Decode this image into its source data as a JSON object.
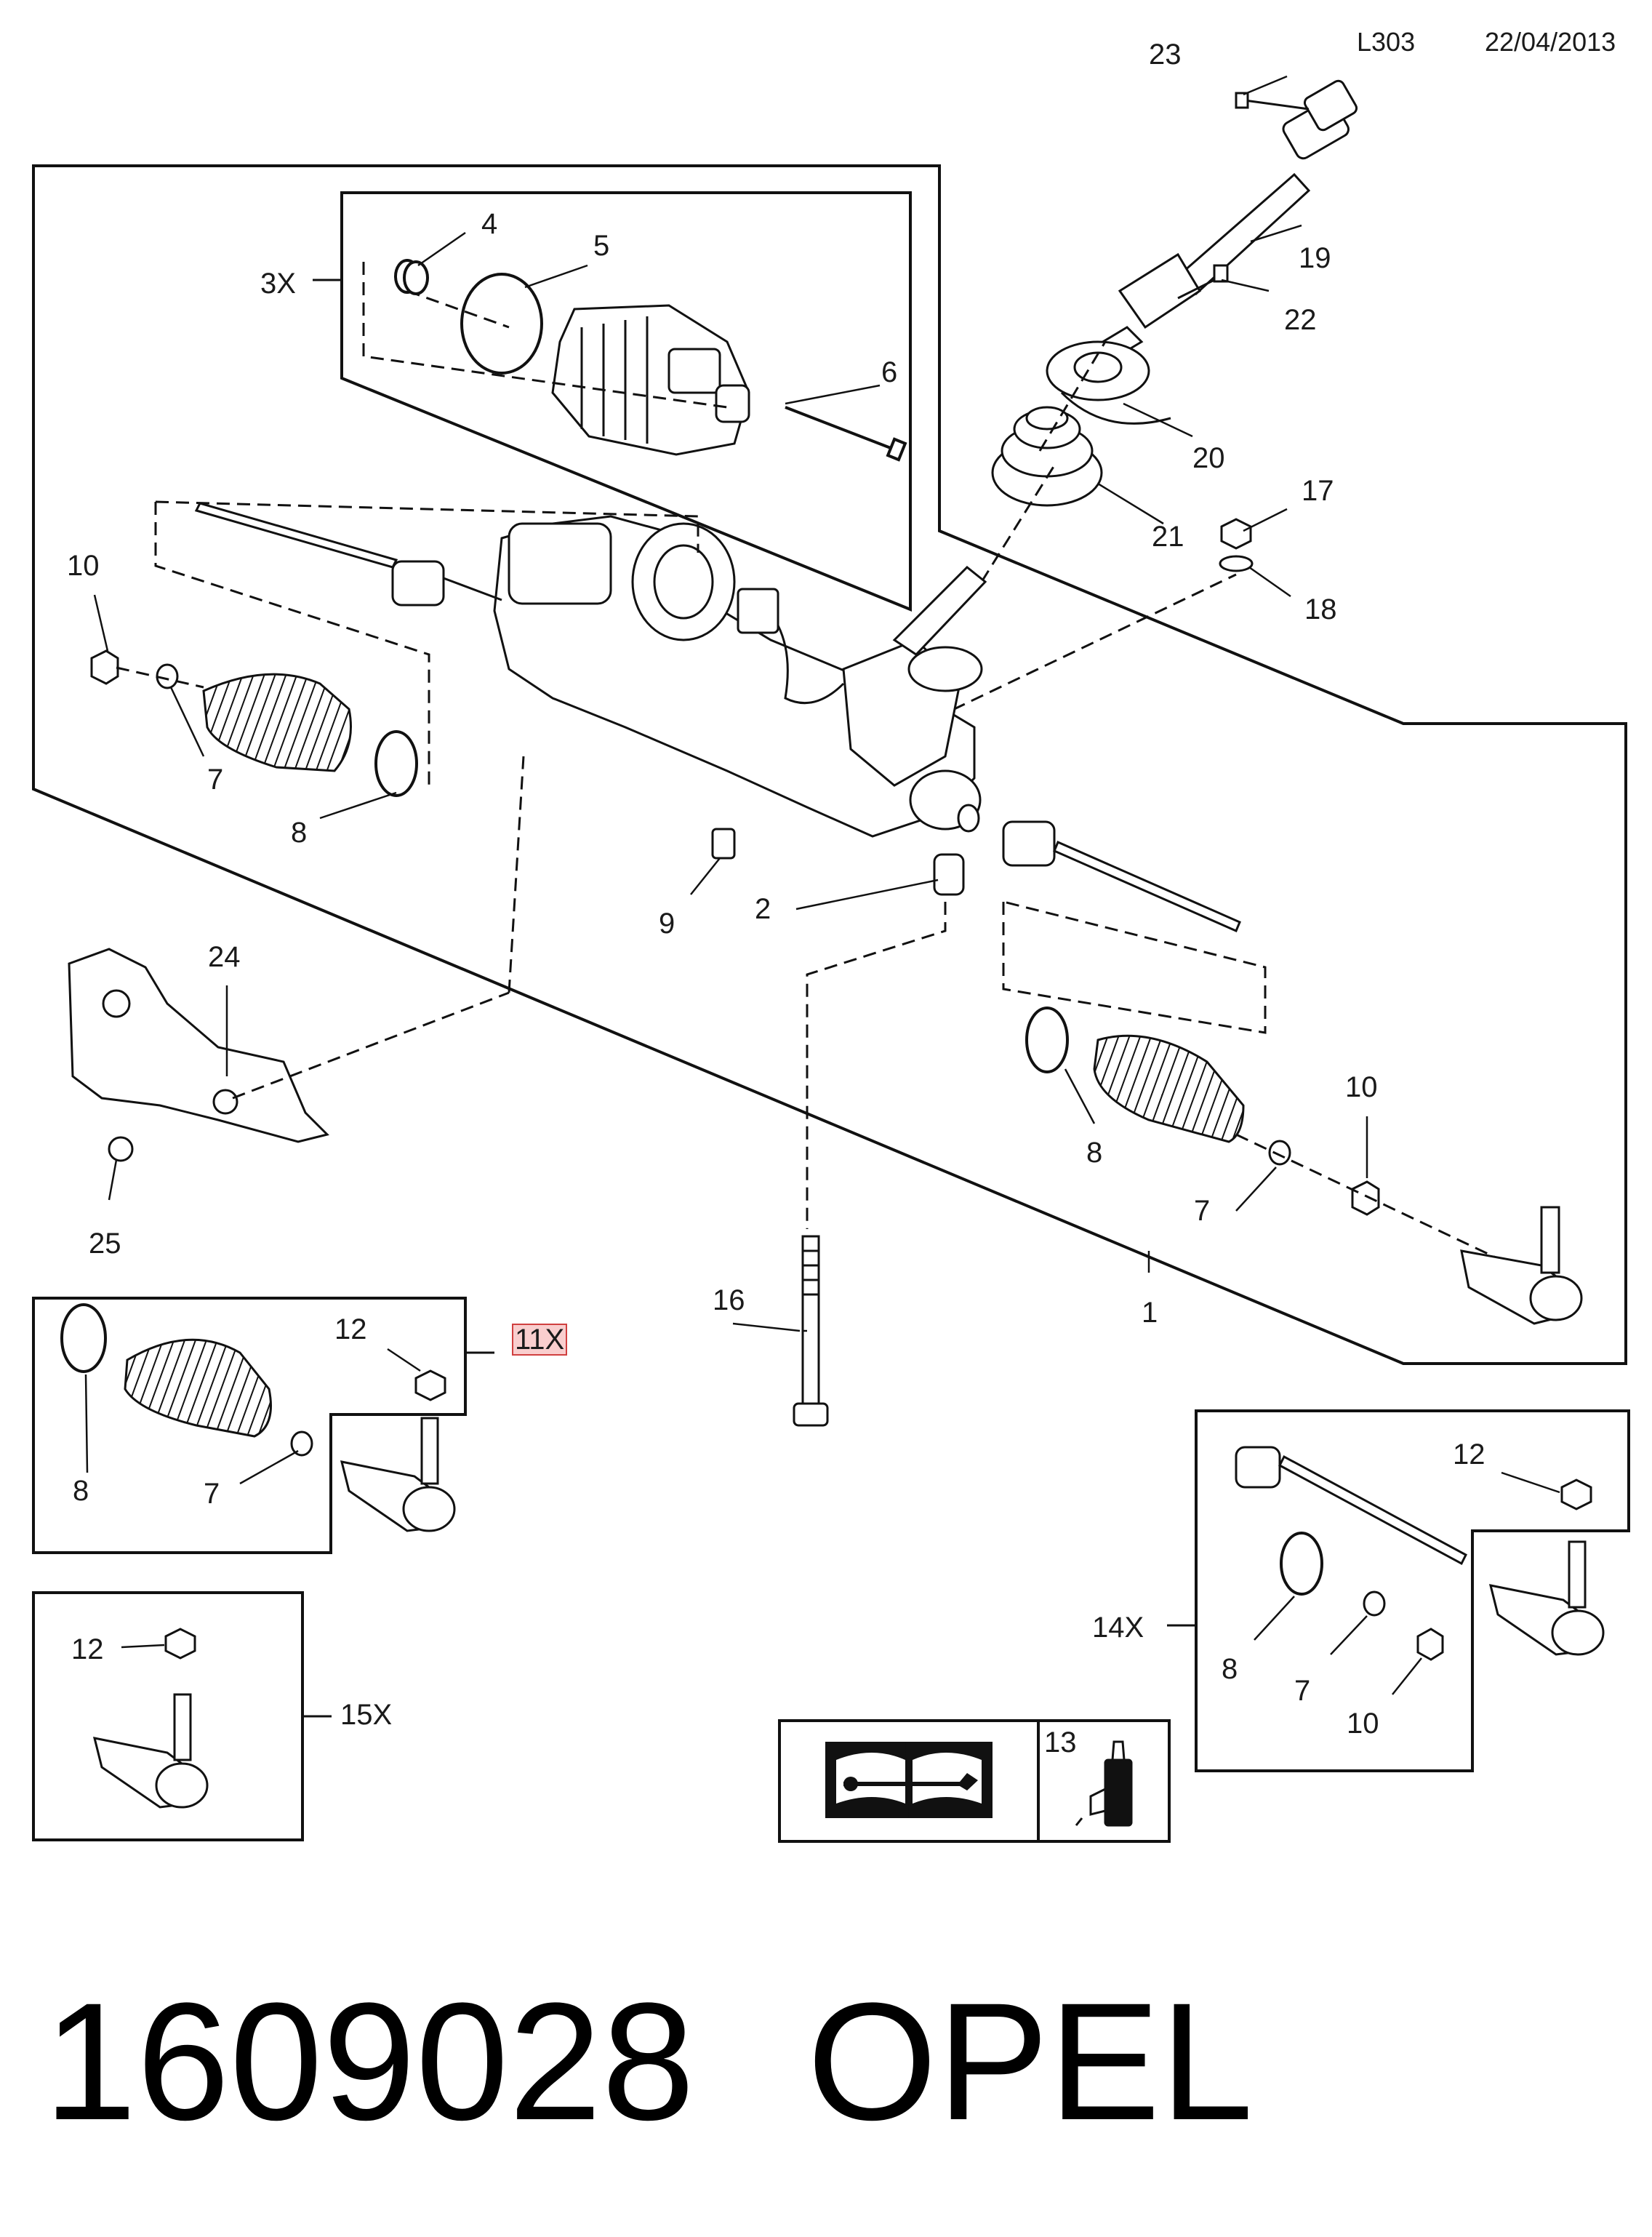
{
  "header": {
    "code": "L303",
    "date": "22/04/2013"
  },
  "footer": {
    "part_number": "1609028",
    "brand": "OPEL"
  },
  "labels": {
    "l1": "1",
    "l2": "2",
    "l3x": "3X",
    "l4": "4",
    "l5": "5",
    "l6": "6",
    "l7a": "7",
    "l7b": "7",
    "l7c": "7",
    "l7d": "7",
    "l8a": "8",
    "l8b": "8",
    "l8c": "8",
    "l8d": "8",
    "l9": "9",
    "l10a": "10",
    "l10b": "10",
    "l10c": "10",
    "l11x": "11X",
    "l12a": "12",
    "l12b": "12",
    "l12c": "12",
    "l13": "13",
    "l14x": "14X",
    "l15x": "15X",
    "l16": "16",
    "l17": "17",
    "l18": "18",
    "l19": "19",
    "l20": "20",
    "l21": "21",
    "l22": "22",
    "l23": "23",
    "l24": "24",
    "l25": "25"
  },
  "colors": {
    "line": "#111111",
    "highlight": "#e04040"
  }
}
